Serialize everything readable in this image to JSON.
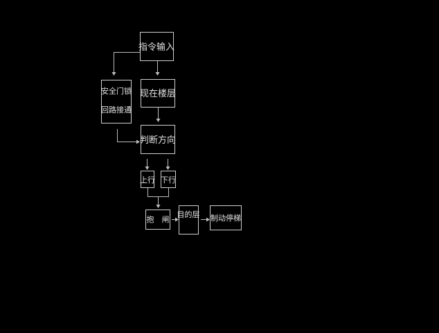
{
  "nodes": {
    "command_input": "指令输入",
    "current_floor": "现在楼层",
    "safety_lock_line1": "安全门锁",
    "safety_lock_line2": "回路接通",
    "judge_direction": "判断方向",
    "up": "上行",
    "down": "下行",
    "brake": "抱　闸",
    "target_floor": "目的层",
    "stop": "制动停梯"
  },
  "colors": {
    "background": "#000000",
    "stroke": "#d0d0d0"
  }
}
